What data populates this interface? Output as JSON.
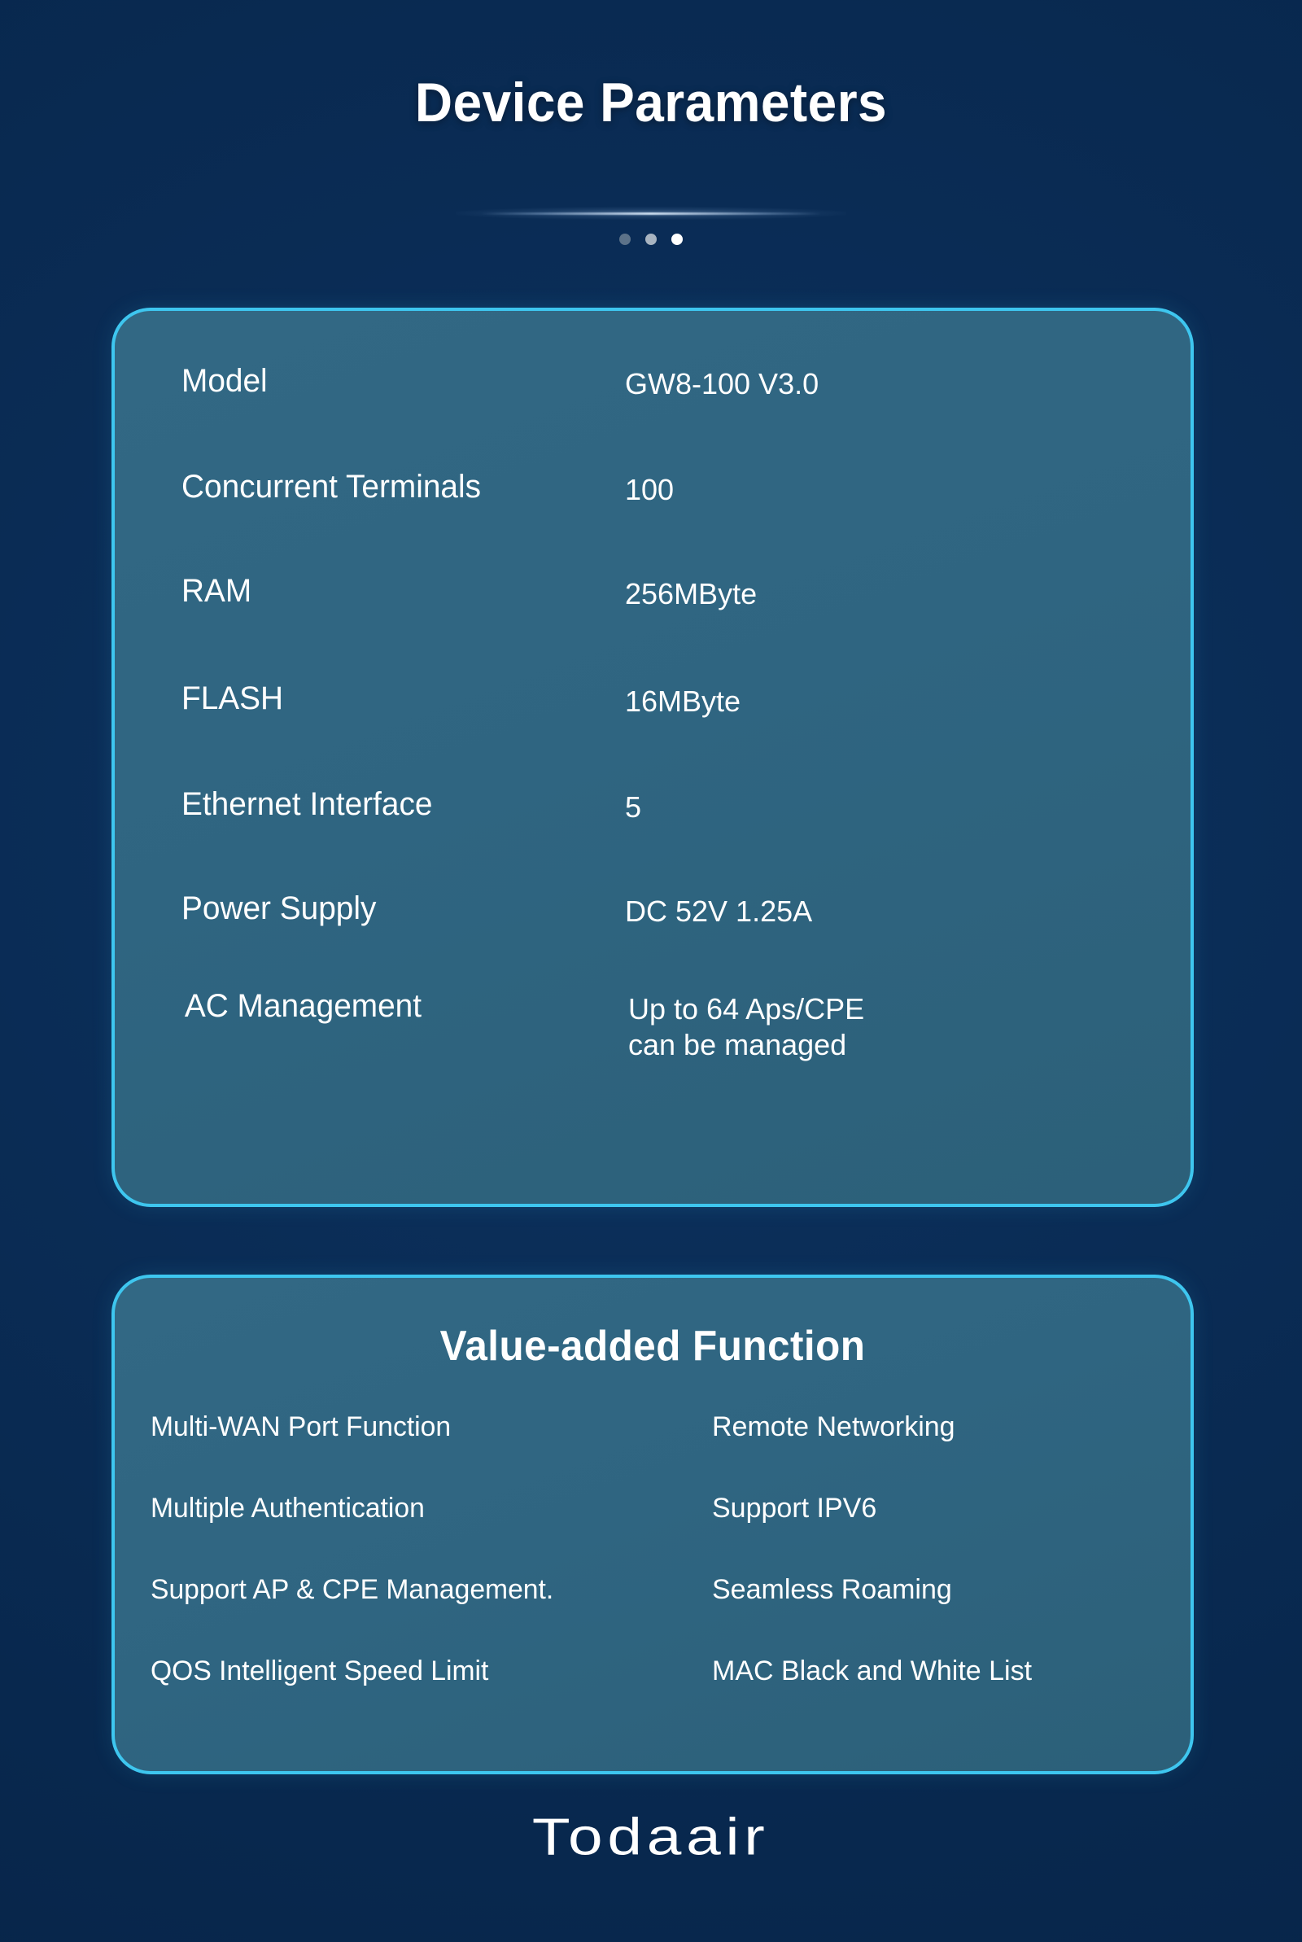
{
  "header": {
    "title": "Device Parameters",
    "divider_icon": "divider-line",
    "dots": [
      {
        "name": "dot-1",
        "color": "#5c7289"
      },
      {
        "name": "dot-2",
        "color": "#a8b4c1"
      },
      {
        "name": "dot-3",
        "color": "#ffffff"
      }
    ]
  },
  "specs_card": {
    "rows": [
      {
        "label": "Model",
        "value": "GW8-100 V3.0"
      },
      {
        "label": "Concurrent Terminals",
        "value": "100"
      },
      {
        "label": "RAM",
        "value": "256MByte"
      },
      {
        "label": "FLASH",
        "value": "16MByte"
      },
      {
        "label": "Ethernet Interface",
        "value": "5"
      },
      {
        "label": "Power Supply",
        "value": "DC 52V 1.25A"
      },
      {
        "label": "AC Management",
        "value": "Up to 64 Aps/CPE\ncan be managed"
      }
    ]
  },
  "features_card": {
    "title": "Value-added Function",
    "items": [
      {
        "left": "Multi-WAN Port Function",
        "right": "Remote Networking"
      },
      {
        "left": "Multiple Authentication",
        "right": "Support IPV6"
      },
      {
        "left": "Support AP & CPE Management.",
        "right": "Seamless Roaming"
      },
      {
        "left": "QOS Intelligent Speed Limit",
        "right": "MAC Black and White List"
      }
    ]
  },
  "footer": {
    "logo": "Todaair"
  },
  "colors": {
    "background": "#072549",
    "card_fill": "#2f6581",
    "card_border": "#3ec6ef",
    "text": "#ffffff"
  }
}
